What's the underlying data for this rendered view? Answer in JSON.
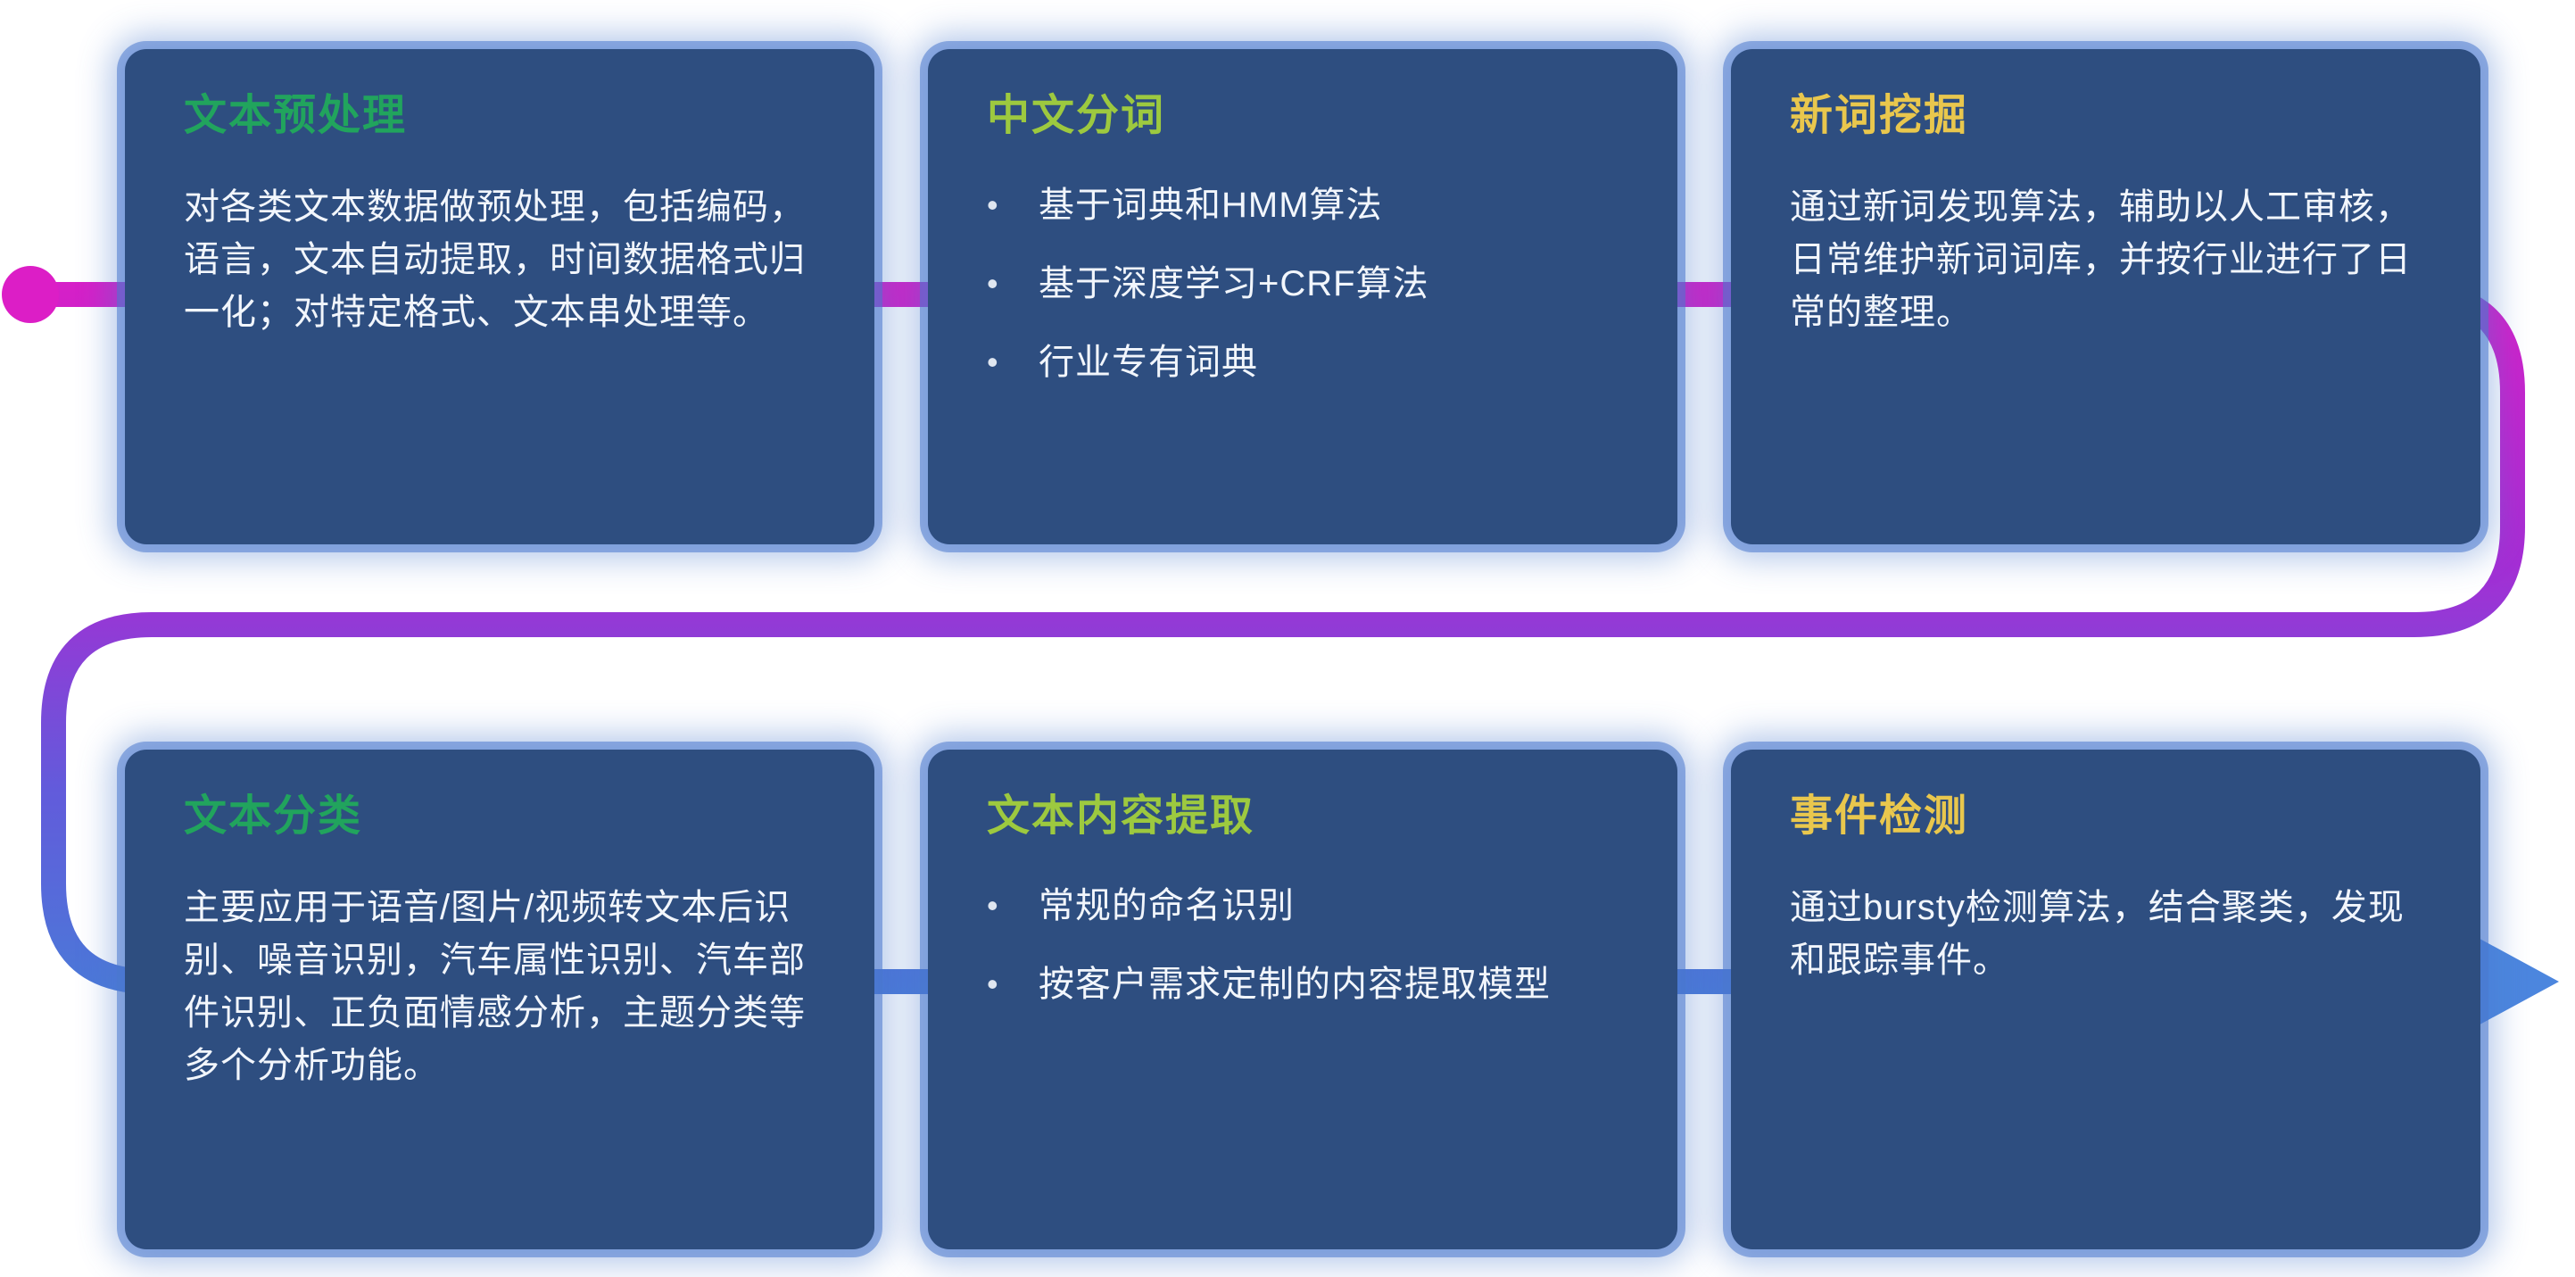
{
  "flow": {
    "start_dot_color": "#dc1ec6",
    "gradient_stops": [
      "#dc1ec6",
      "#a42ed4",
      "#625bdb",
      "#4a7ad8"
    ],
    "arrow_color": "#4c86de"
  },
  "cards": [
    {
      "title": "文本预处理",
      "title_color": "#21a45d",
      "body": "对各类文本数据做预处理，包括编码，语言，文本自动提取，时间数据格式归一化；对特定格式、文本串处理等。"
    },
    {
      "title": "中文分词",
      "title_color": "#9dc93f",
      "bullets": [
        "基于词典和HMM算法",
        "基于深度学习+CRF算法",
        "行业专有词典"
      ],
      "bullet_glyph": "•"
    },
    {
      "title": "新词挖掘",
      "title_color": "#e9c74d",
      "body": "通过新词发现算法，辅助以人工审核，日常维护新词词库，并按行业进行了日常的整理。"
    },
    {
      "title": "文本分类",
      "title_color": "#21a45d",
      "body": "主要应用于语音/图片/视频转文本后识别、噪音识别，汽车属性识别、汽车部件识别、正负面情感分析，主题分类等多个分析功能。"
    },
    {
      "title": "文本内容提取",
      "title_color": "#9dc93f",
      "bullets": [
        "常规的命名识别",
        "按客户需求定制的内容提取模型"
      ],
      "bullet_glyph": "•"
    },
    {
      "title": "事件检测",
      "title_color": "#e9c74d",
      "body": "通过bursty检测算法，结合聚类，发现和跟踪事件。"
    }
  ]
}
